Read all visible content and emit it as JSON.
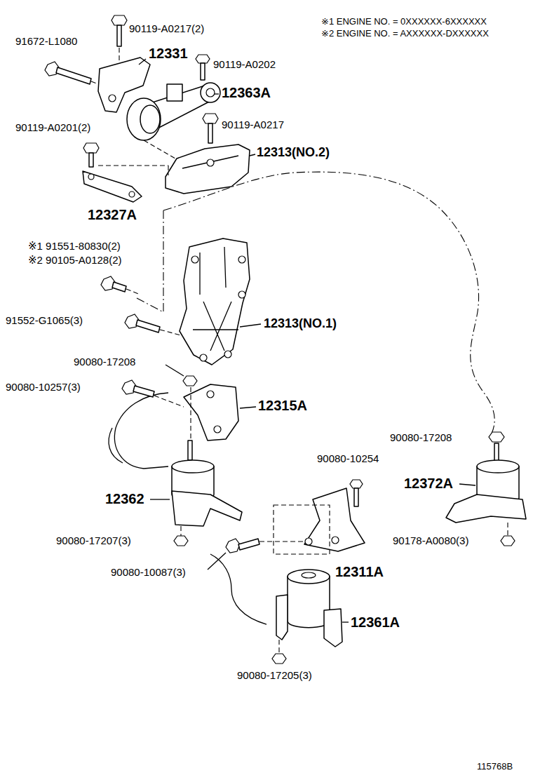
{
  "diagram": {
    "labels": [
      "※1 ENGINE NO. = 0XXXXXX-6XXXXXX",
      "※2 ENGINE NO. = AXXXXXX-DXXXXXX",
      "90119-A0217(2)",
      "91672-L1080",
      "12331",
      "90119-A0202",
      "12363A",
      "90119-A0201(2)",
      "90119-A0217",
      "12313(NO.2)",
      "12327A",
      "※1 91551-80830(2)",
      "※2 90105-A0128(2)",
      "91552-G1065(3)",
      "12313(NO.1)",
      "90080-17208",
      "90080-10257(3)",
      "12315A",
      "90080-17208",
      "90080-10254",
      "12362",
      "12372A",
      "90080-17207(3)",
      "90178-A0080(3)",
      "90080-10087(3)",
      "12311A",
      "12361A",
      "90080-17205(3)",
      "115768B"
    ]
  }
}
